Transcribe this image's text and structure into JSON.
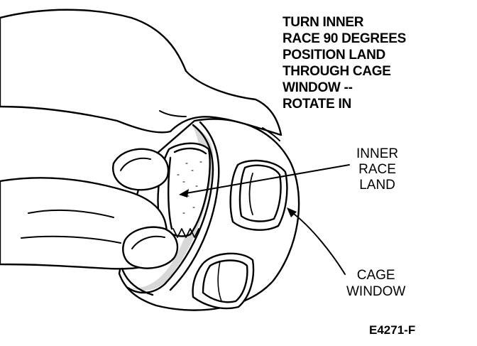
{
  "instruction_text": "TURN INNER\nRACE 90 DEGREES\nPOSITION LAND\nTHROUGH CAGE\nWINDOW --\nROTATE IN",
  "labels": {
    "inner_race_land": "INNER\nRACE\nLAND",
    "cage_window": "CAGE\nWINDOW"
  },
  "figure_id": "E4271-F"
}
